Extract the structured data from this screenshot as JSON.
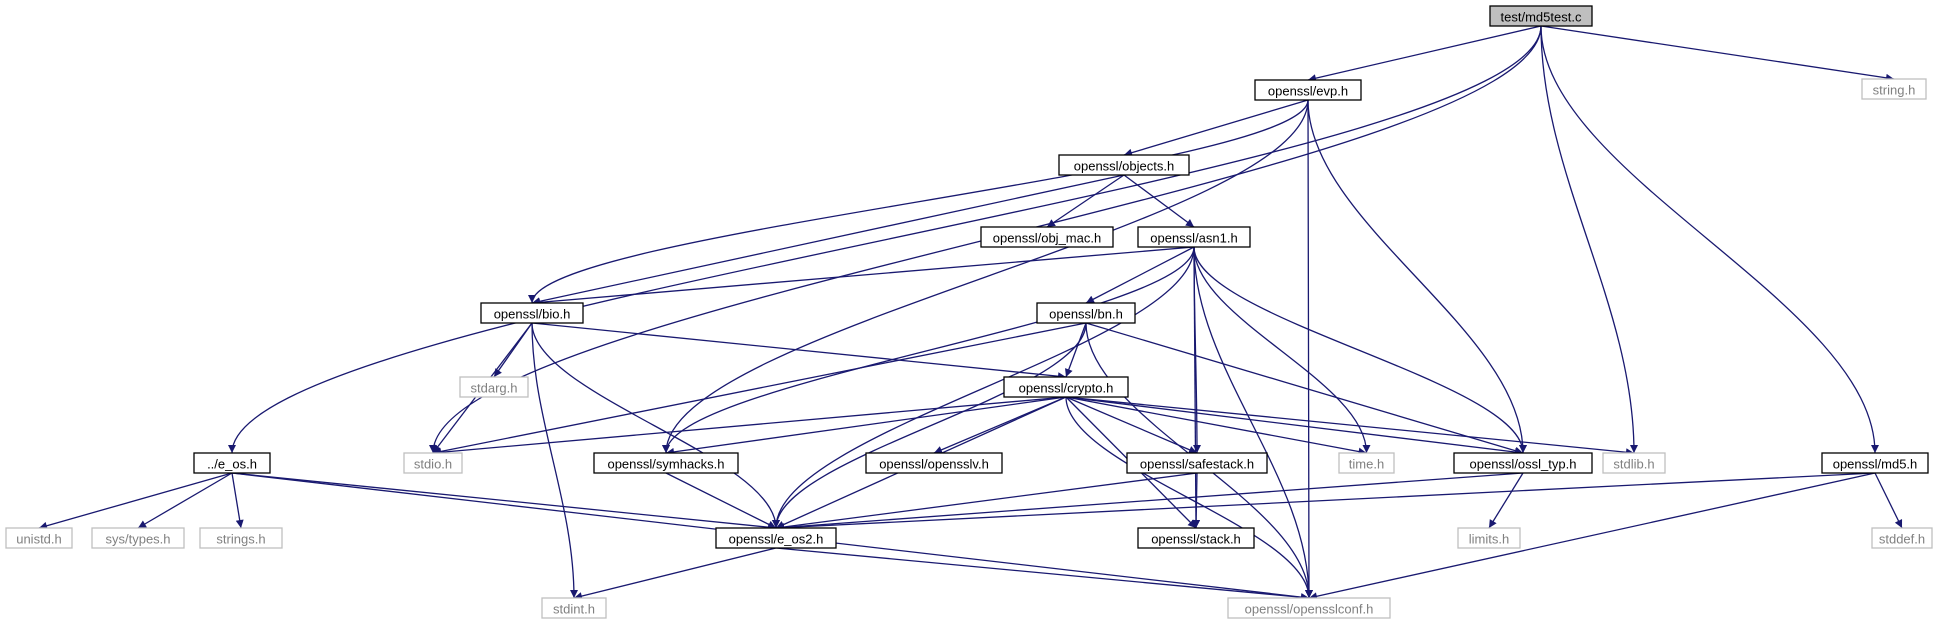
{
  "colors": {
    "edge": "#191970",
    "node_border": "#000000",
    "system_border": "#bfbfbf",
    "system_text": "#808080",
    "root_fill": "#bfbfbf",
    "text": "#000000"
  },
  "nodes": [
    {
      "id": "md5test",
      "label": "test/md5test.c",
      "kind": "root"
    },
    {
      "id": "string",
      "label": "string.h",
      "kind": "system"
    },
    {
      "id": "evp",
      "label": "openssl/evp.h",
      "kind": "header"
    },
    {
      "id": "objects",
      "label": "openssl/objects.h",
      "kind": "header"
    },
    {
      "id": "objmac",
      "label": "openssl/obj_mac.h",
      "kind": "header"
    },
    {
      "id": "asn1",
      "label": "openssl/asn1.h",
      "kind": "header"
    },
    {
      "id": "bio",
      "label": "openssl/bio.h",
      "kind": "header"
    },
    {
      "id": "bn",
      "label": "openssl/bn.h",
      "kind": "header"
    },
    {
      "id": "stdarg",
      "label": "stdarg.h",
      "kind": "system"
    },
    {
      "id": "crypto",
      "label": "openssl/crypto.h",
      "kind": "header"
    },
    {
      "id": "eos",
      "label": "../e_os.h",
      "kind": "header"
    },
    {
      "id": "stdio",
      "label": "stdio.h",
      "kind": "system"
    },
    {
      "id": "symhacks",
      "label": "openssl/symhacks.h",
      "kind": "header"
    },
    {
      "id": "opensslv",
      "label": "openssl/opensslv.h",
      "kind": "header"
    },
    {
      "id": "safestack",
      "label": "openssl/safestack.h",
      "kind": "header"
    },
    {
      "id": "time",
      "label": "time.h",
      "kind": "system"
    },
    {
      "id": "ossltyp",
      "label": "openssl/ossl_typ.h",
      "kind": "header"
    },
    {
      "id": "stdlib",
      "label": "stdlib.h",
      "kind": "system"
    },
    {
      "id": "md5",
      "label": "openssl/md5.h",
      "kind": "header"
    },
    {
      "id": "unistd",
      "label": "unistd.h",
      "kind": "system"
    },
    {
      "id": "systypes",
      "label": "sys/types.h",
      "kind": "system"
    },
    {
      "id": "strings",
      "label": "strings.h",
      "kind": "system"
    },
    {
      "id": "eos2",
      "label": "openssl/e_os2.h",
      "kind": "header"
    },
    {
      "id": "stack",
      "label": "openssl/stack.h",
      "kind": "header"
    },
    {
      "id": "limits",
      "label": "limits.h",
      "kind": "system"
    },
    {
      "id": "stddef",
      "label": "stddef.h",
      "kind": "system"
    },
    {
      "id": "stdint",
      "label": "stdint.h",
      "kind": "system"
    },
    {
      "id": "opensslconf",
      "label": "openssl/opensslconf.h",
      "kind": "system"
    }
  ],
  "edges": [
    {
      "from": "md5test",
      "to": "evp"
    },
    {
      "from": "md5test",
      "to": "string"
    },
    {
      "from": "md5test",
      "to": "stdio"
    },
    {
      "from": "md5test",
      "to": "eos"
    },
    {
      "from": "md5test",
      "to": "stdlib"
    },
    {
      "from": "md5test",
      "to": "md5"
    },
    {
      "from": "evp",
      "to": "objects"
    },
    {
      "from": "evp",
      "to": "bio"
    },
    {
      "from": "evp",
      "to": "symhacks"
    },
    {
      "from": "evp",
      "to": "ossltyp"
    },
    {
      "from": "evp",
      "to": "opensslconf"
    },
    {
      "from": "objects",
      "to": "objmac"
    },
    {
      "from": "objects",
      "to": "asn1"
    },
    {
      "from": "objects",
      "to": "bio"
    },
    {
      "from": "asn1",
      "to": "bio"
    },
    {
      "from": "asn1",
      "to": "bn"
    },
    {
      "from": "asn1",
      "to": "symhacks"
    },
    {
      "from": "asn1",
      "to": "safestack"
    },
    {
      "from": "asn1",
      "to": "ossltyp"
    },
    {
      "from": "asn1",
      "to": "time"
    },
    {
      "from": "asn1",
      "to": "eos2"
    },
    {
      "from": "asn1",
      "to": "stack"
    },
    {
      "from": "asn1",
      "to": "opensslconf"
    },
    {
      "from": "bio",
      "to": "stdarg"
    },
    {
      "from": "bio",
      "to": "stdio"
    },
    {
      "from": "bio",
      "to": "crypto"
    },
    {
      "from": "bio",
      "to": "eos2"
    },
    {
      "from": "bio",
      "to": "stdint"
    },
    {
      "from": "bn",
      "to": "crypto"
    },
    {
      "from": "bn",
      "to": "stdio"
    },
    {
      "from": "bn",
      "to": "eos2"
    },
    {
      "from": "bn",
      "to": "ossltyp"
    },
    {
      "from": "bn",
      "to": "opensslconf"
    },
    {
      "from": "crypto",
      "to": "stdio"
    },
    {
      "from": "crypto",
      "to": "symhacks"
    },
    {
      "from": "crypto",
      "to": "opensslv"
    },
    {
      "from": "crypto",
      "to": "safestack"
    },
    {
      "from": "crypto",
      "to": "time"
    },
    {
      "from": "crypto",
      "to": "ossltyp"
    },
    {
      "from": "crypto",
      "to": "stdlib"
    },
    {
      "from": "crypto",
      "to": "eos2"
    },
    {
      "from": "crypto",
      "to": "stack"
    },
    {
      "from": "crypto",
      "to": "opensslconf"
    },
    {
      "from": "eos",
      "to": "unistd"
    },
    {
      "from": "eos",
      "to": "systypes"
    },
    {
      "from": "eos",
      "to": "strings"
    },
    {
      "from": "eos",
      "to": "eos2"
    },
    {
      "from": "eos",
      "to": "opensslconf"
    },
    {
      "from": "symhacks",
      "to": "eos2"
    },
    {
      "from": "safestack",
      "to": "stack"
    },
    {
      "from": "safestack",
      "to": "eos2"
    },
    {
      "from": "ossltyp",
      "to": "eos2"
    },
    {
      "from": "ossltyp",
      "to": "limits"
    },
    {
      "from": "md5",
      "to": "eos2"
    },
    {
      "from": "md5",
      "to": "stddef"
    },
    {
      "from": "md5",
      "to": "opensslconf"
    },
    {
      "from": "eos2",
      "to": "stdint"
    },
    {
      "from": "eos2",
      "to": "opensslconf"
    }
  ]
}
